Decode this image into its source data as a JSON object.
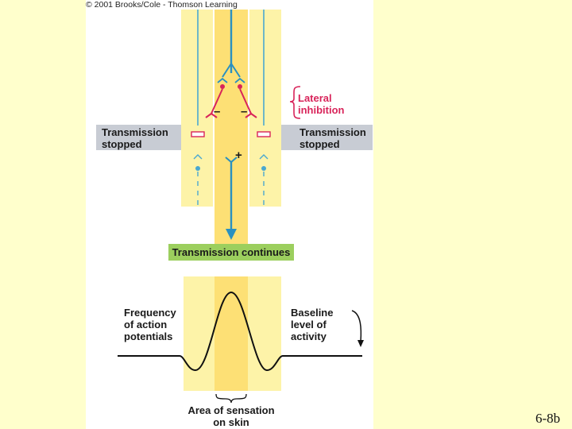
{
  "copyright": "© 2001 Brooks/Cole - Thomson Learning",
  "labels": {
    "lateral": [
      "Lateral",
      "inhibition"
    ],
    "stopped_left": [
      "Transmission",
      "stopped"
    ],
    "stopped_right": [
      "Transmission",
      "stopped"
    ],
    "continues": "Transmission continues",
    "frequency": [
      "Frequency",
      "of action",
      "potentials"
    ],
    "baseline": [
      "Baseline",
      "level of",
      "activity"
    ],
    "area": [
      "Area of sensation",
      "on skin"
    ],
    "minus": "–",
    "plus": "+"
  },
  "slide_number": "6-8b",
  "colors": {
    "background": "#ffffcc",
    "column": "#fdf3a8",
    "center_column": "#fde075",
    "neuron": "#2a90c0",
    "inhibitory": "#d8245a",
    "gray_band": "#c8ccd4",
    "continues_bar": "#9ccf5e"
  }
}
